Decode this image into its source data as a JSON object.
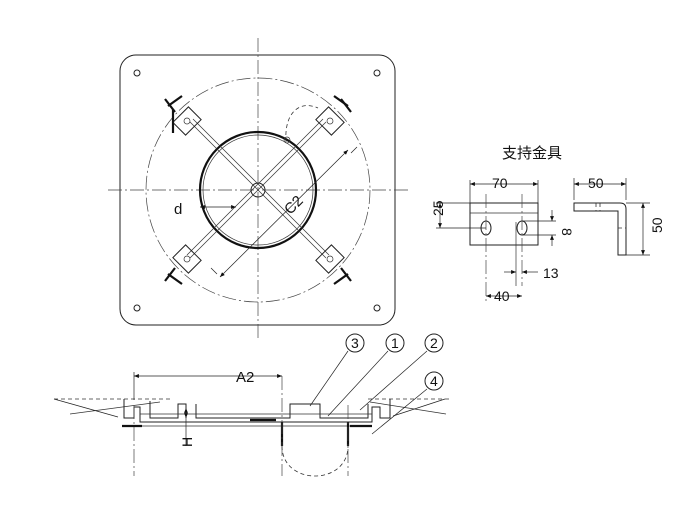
{
  "plan_view": {
    "label_d": "d",
    "label_c2": "C2"
  },
  "bracket": {
    "title": "支持金具",
    "dim_70": "70",
    "dim_25": "25",
    "dim_8": "8",
    "dim_13": "13",
    "dim_40": "40",
    "dim_50_top": "50",
    "dim_50_side": "50"
  },
  "section_view": {
    "label_a2": "A2",
    "label_h": "H",
    "callouts": [
      "3",
      "1",
      "2",
      "4"
    ]
  }
}
